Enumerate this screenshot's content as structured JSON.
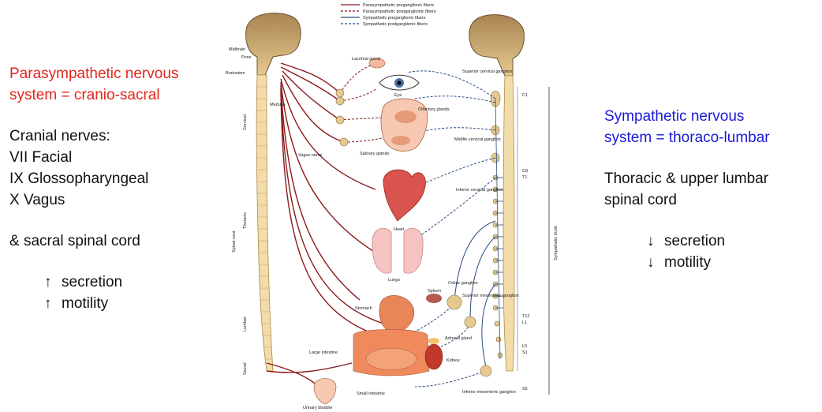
{
  "title_fragment": "",
  "left": {
    "heading_line1": "Parasympathetic nervous",
    "heading_line2": "system = cranio-sacral",
    "cranial_heading": "Cranial nerves:",
    "nerve1": "VII Facial",
    "nerve2": "IX Glossopharyngeal",
    "nerve3": "X Vagus",
    "sacral": "& sacral spinal cord",
    "effect1_arrow": "↑",
    "effect1": "secretion",
    "effect2_arrow": "↑",
    "effect2": "motility"
  },
  "right": {
    "heading_line1": "Sympathetic nervous",
    "heading_line2": "system = thoraco-lumbar",
    "desc_line1": "Thoracic & upper lumbar",
    "desc_line2": "spinal cord",
    "effect1_arrow": "↓",
    "effect1": "secretion",
    "effect2_arrow": "↓",
    "effect2": "motility"
  },
  "legend": {
    "l1": "Parasympathetic preganglionic fibers",
    "l2": "Parasympathetic postganglionic fibers",
    "l3": "Sympathetic preganglionic fibers",
    "l4": "Sympathetic postganglionic fibers"
  },
  "labels": {
    "midbrain": "Midbrain",
    "pons": "Pons",
    "brainstem": "Brainstem",
    "medulla": "Medulla",
    "vagus": "Vagus nerve",
    "cervical": "Cervical",
    "thoracic": "Thoracic",
    "lumbar": "Lumbar",
    "sacral": "Sacral",
    "spinal_cord": "Spinal cord",
    "lacrimal": "Lacrimal gland",
    "eye": "Eye",
    "olfactory": "Olfactory glands",
    "salivary": "Salivary glands",
    "heart": "Heart",
    "lungs": "Lungs",
    "stomach": "Stomach",
    "spleen": "Spleen",
    "celiac": "Celiac ganglion",
    "sup_mes": "Superior mesenteric ganglion",
    "adrenal": "Adrenal gland",
    "kidney": "Kidney",
    "large_int": "Large intestine",
    "small_int": "Small intestine",
    "bladder": "Urinary bladder",
    "inf_mes": "Inferior mesenteric ganglion",
    "sup_cerv": "Superior cervical ganglion",
    "mid_cerv": "Middle cervical ganglion",
    "inf_cerv": "Inferior cervical ganglion",
    "symp_trunk": "Sympathetic trunk",
    "c1": "C1",
    "c8": "C8",
    "t1": "T1",
    "t12": "T12",
    "l1": "L1",
    "l5": "L5",
    "s1": "S1",
    "s5": "S5"
  },
  "colors": {
    "parasympathetic": "#8b1a1a",
    "sympathetic": "#2b4c7e",
    "spine": "#f2dcaa",
    "brain": "#c9a56b",
    "organ": "#f08a5d"
  }
}
